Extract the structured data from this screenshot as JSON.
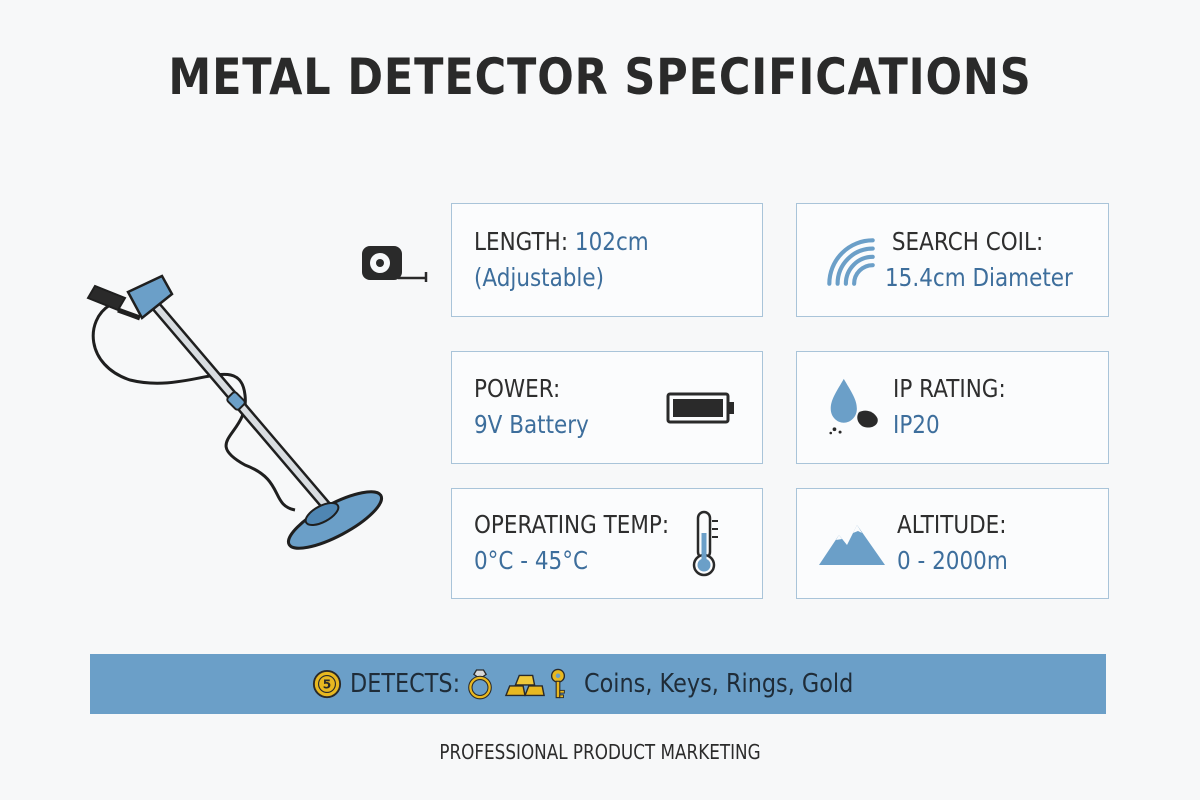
{
  "title": "METAL DETECTOR SPECIFICATIONS",
  "specs": {
    "length": {
      "label": "LENGTH: ",
      "value": "102cm",
      "value2": "(Adjustable)"
    },
    "search_coil": {
      "label": "SEARCH COIL:",
      "value": "15.4cm Diameter"
    },
    "power": {
      "label": "POWER:",
      "value": "9V Battery"
    },
    "ip_rating": {
      "label": "IP RATING:",
      "value": "IP20"
    },
    "operating_temp": {
      "label": "OPERATING TEMP:",
      "value": "0°C - 45°C"
    },
    "altitude": {
      "label": "ALTITUDE:",
      "value": "0 - 2000m"
    }
  },
  "banner": {
    "label": "DETECTS:",
    "items": "Coins, Keys, Rings, Gold",
    "coin_symbol": "5"
  },
  "footer": "PROFESSIONAL PRODUCT MARKETING",
  "colors": {
    "accent": "#6b9fc8",
    "value_text": "#3d6e9c",
    "card_border": "#a9c4d9",
    "gold": "#e8b820"
  },
  "icons": [
    "tape-measure-icon",
    "search-coil-icon",
    "battery-icon",
    "water-drop-icon",
    "thermometer-icon",
    "mountain-icon",
    "coin-icon",
    "ring-icon",
    "gold-bars-icon",
    "key-icon"
  ]
}
